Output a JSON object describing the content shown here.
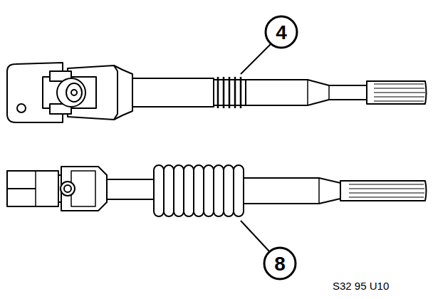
{
  "diagram": {
    "labels": [
      "4",
      "8",
      "S32 95 U10"
    ]
  }
}
